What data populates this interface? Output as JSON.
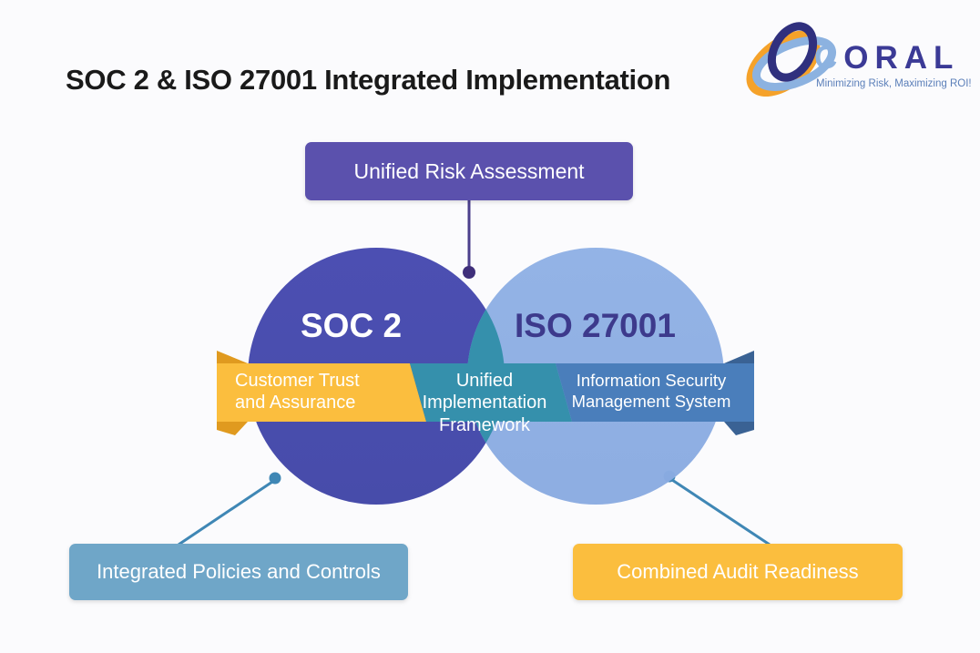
{
  "page": {
    "title": "SOC 2 & ISO 27001 Integrated Implementation",
    "background_color": "#fbfbfd"
  },
  "logo": {
    "name": "CORAL",
    "word_part_1": "C",
    "word_part_2": "ORAL",
    "tagline": "Minimizing Risk, Maximizing ROI!",
    "mark_colors": {
      "dark_blue": "#3b3a96",
      "orange": "#f5a22a",
      "light_blue": "#8cb2e0"
    },
    "text_color": "#3b3a96",
    "tagline_color": "#5b7fb9"
  },
  "diagram": {
    "type": "venn",
    "top_callout": {
      "label": "Unified Risk Assessment",
      "color": "#5b51ad",
      "connector_color": "#4b3f8c",
      "connector_dot": true
    },
    "left_circle": {
      "label": "SOC 2",
      "fill": "#4a4fae",
      "label_color": "#ffffff"
    },
    "right_circle": {
      "label": "ISO 27001",
      "fill": "#8caee3",
      "label_color": "#3d3a8c"
    },
    "overlap": {
      "fill": "#3590ac"
    },
    "ribbon": {
      "left_segment": {
        "text": "Customer Trust\nand Assurance",
        "fill": "#fbbe3e",
        "fold_fill": "#e09a1f",
        "text_color": "#ffffff"
      },
      "center_segment": {
        "text": "Unified\nImplementation\nFramework",
        "fill": "#3590ac",
        "text_color": "#ffffff"
      },
      "right_segment": {
        "text": "Information Security\nManagement System",
        "fill": "#4a7ebb",
        "fold_fill": "#3a6294",
        "text_color": "#ffffff"
      }
    },
    "bottom_callouts": [
      {
        "label": "Integrated Policies and Controls",
        "color": "#6fa6c8",
        "connector_color": "#3f87b5",
        "side": "left"
      },
      {
        "label": "Combined Audit Readiness",
        "color": "#fbbe3e",
        "connector_color": "#3f87b5",
        "side": "right"
      }
    ]
  }
}
